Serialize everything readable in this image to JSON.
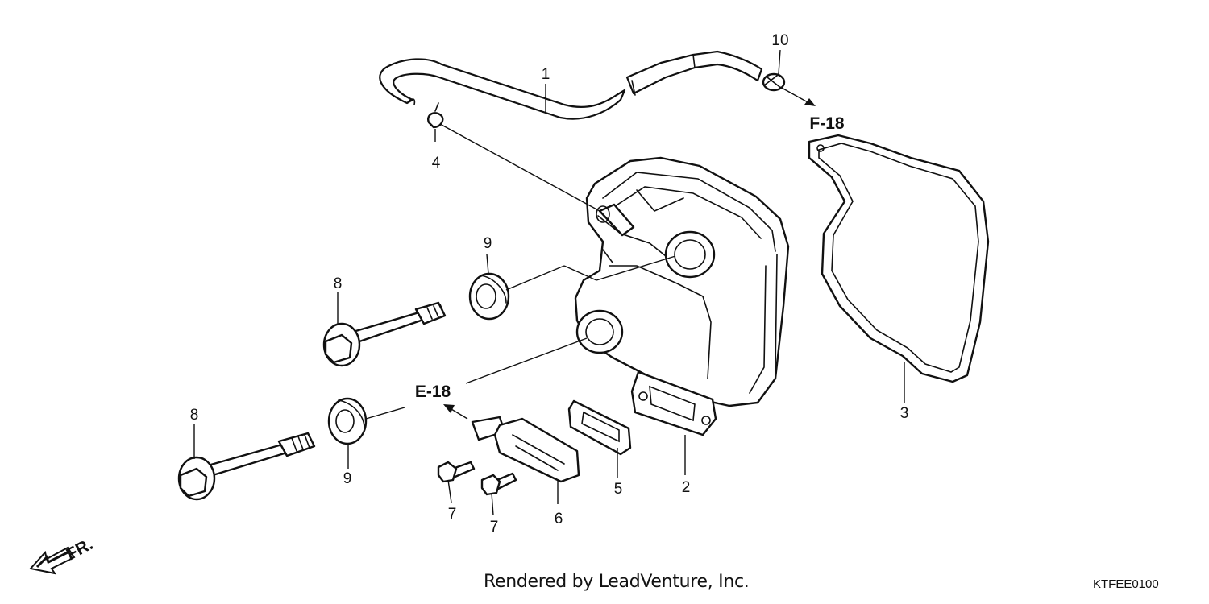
{
  "callouts": {
    "c1": "1",
    "c2": "2",
    "c3": "3",
    "c4": "4",
    "c5": "5",
    "c6": "6",
    "c7a": "7",
    "c7b": "7",
    "c8a": "8",
    "c8b": "8",
    "c9a": "9",
    "c9b": "9",
    "c10": "10"
  },
  "refs": {
    "f18": "F-18",
    "e18": "E-18"
  },
  "direction": {
    "label": "FR."
  },
  "footer": {
    "credit": "Rendered by LeadVenture, Inc.",
    "code": "KTFEE0100"
  }
}
